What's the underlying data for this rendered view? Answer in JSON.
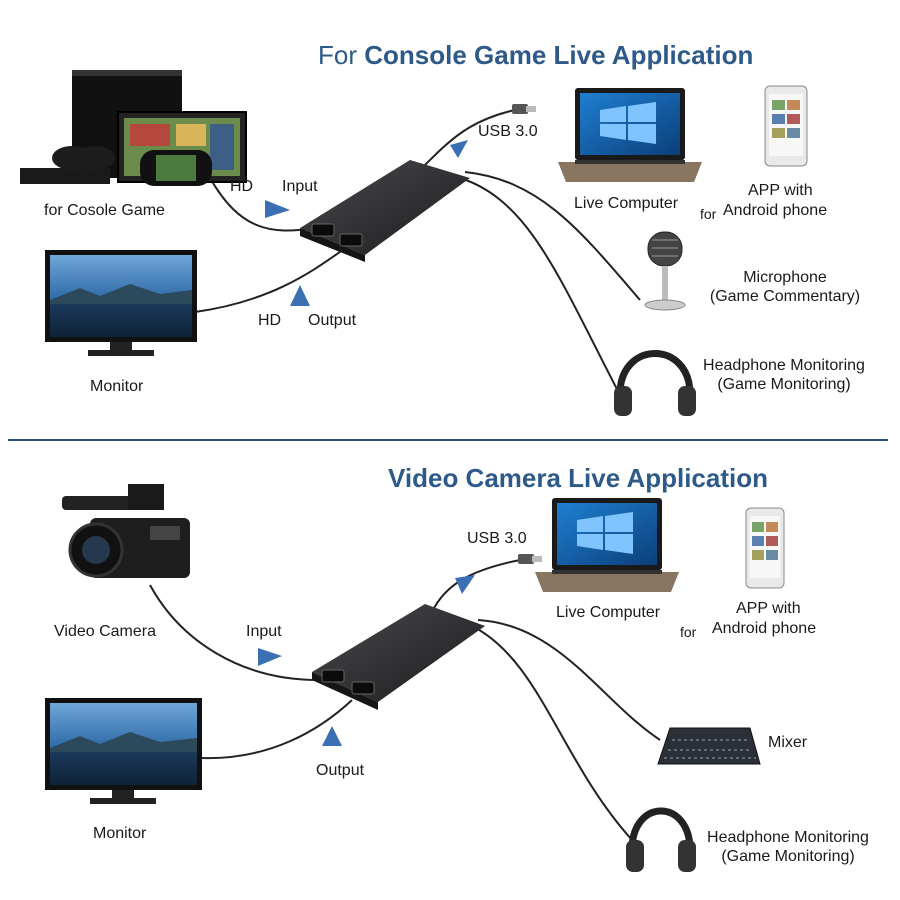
{
  "top": {
    "title_prefix": "For",
    "title": "Console Game Live Application",
    "labels": {
      "console": "for Cosole Game",
      "hd_in": "HD",
      "input": "Input",
      "hd_out": "HD",
      "output": "Output",
      "usb": "USB 3.0",
      "monitor": "Monitor",
      "computer": "Live Computer",
      "app_line1": "APP with",
      "app_for": "for",
      "app_line2": "Android phone",
      "mic_line1": "Microphone",
      "mic_line2": "(Game Commentary)",
      "hp_line1": "Headphone Monitoring",
      "hp_line2": "(Game Monitoring)"
    }
  },
  "bottom": {
    "title": "Video Camera Live Application",
    "labels": {
      "camera": "Video Camera",
      "input": "Input",
      "output": "Output",
      "usb": "USB 3.0",
      "monitor": "Monitor",
      "computer": "Live Computer",
      "app_line1": "APP with",
      "app_for": "for",
      "app_line2": "Android phone",
      "mixer": "Mixer",
      "hp_line1": "Headphone Monitoring",
      "hp_line2": "(Game Monitoring)"
    }
  },
  "colors": {
    "title": "#2e5a8a",
    "arrow": "#3a6fb4",
    "divider": "#2b4f7a",
    "device_body": "#2a2a2c"
  }
}
